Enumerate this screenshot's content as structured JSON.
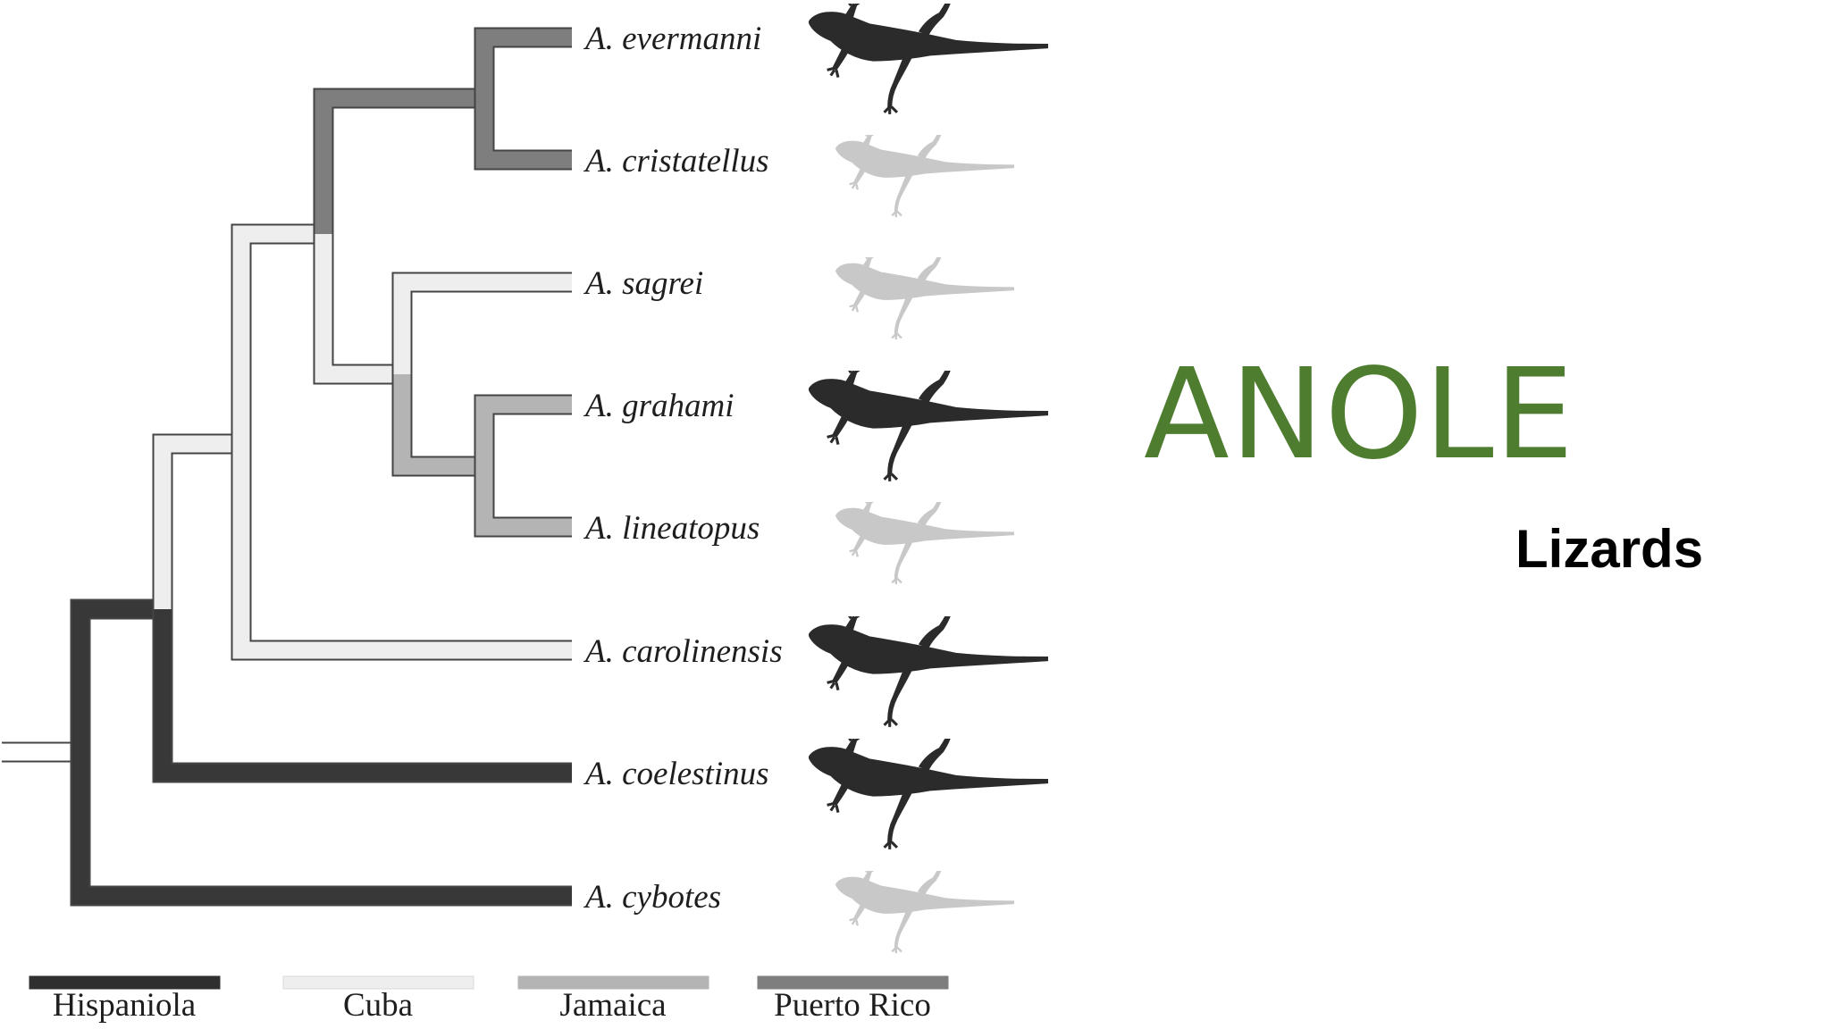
{
  "title": "ANOLE",
  "subtitle": "Lizards",
  "colors": {
    "hispaniola": "#383838",
    "cuba": "#eeeeee",
    "jamaica": "#b4b4b4",
    "puerto_rico": "#7e7e7e",
    "lizard_dark": "#2b2b2b",
    "lizard_light": "#c8c8c8",
    "title_green": "#4e7d30"
  },
  "species": [
    {
      "name": "A. evermanni",
      "silhouette": "dark"
    },
    {
      "name": "A. cristatellus",
      "silhouette": "light"
    },
    {
      "name": "A. sagrei",
      "silhouette": "light"
    },
    {
      "name": "A. grahami",
      "silhouette": "dark"
    },
    {
      "name": "A. lineatopus",
      "silhouette": "light"
    },
    {
      "name": "A. carolinensis",
      "silhouette": "dark"
    },
    {
      "name": "A. coelestinus",
      "silhouette": "dark"
    },
    {
      "name": "A. cybotes",
      "silhouette": "light"
    }
  ],
  "legend": [
    {
      "label": "Hispaniola",
      "color": "#2f2f2f"
    },
    {
      "label": "Cuba",
      "color": "#eeeeee"
    },
    {
      "label": "Jamaica",
      "color": "#b4b4b4"
    },
    {
      "label": "Puerto Rico",
      "color": "#7e7e7e"
    }
  ],
  "icons": {
    "lizard": "lizard-silhouette-icon"
  }
}
